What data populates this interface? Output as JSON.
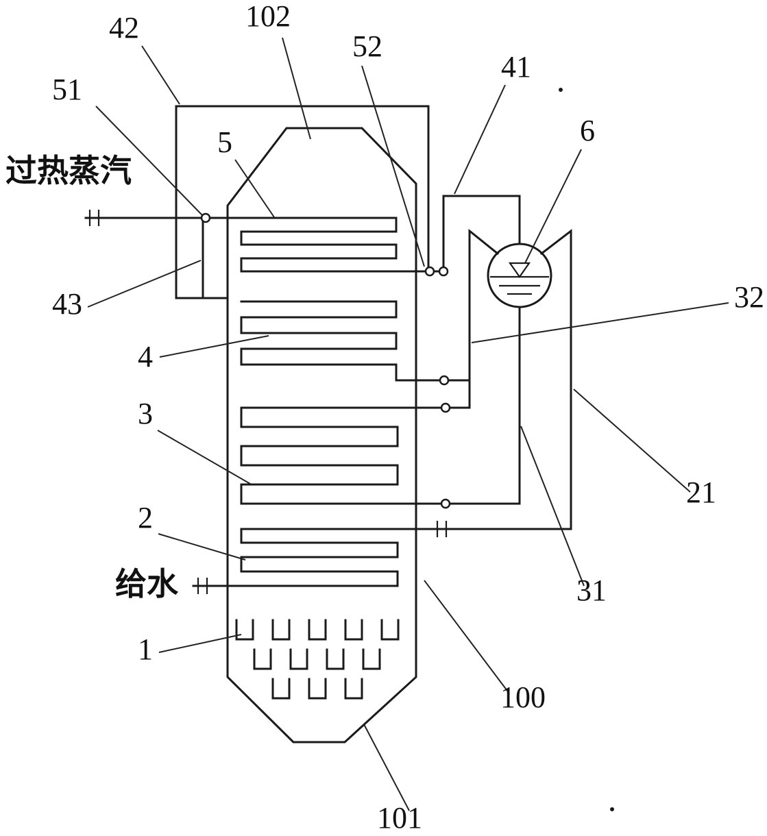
{
  "labels": {
    "n42": "42",
    "n102": "102",
    "n52": "52",
    "n41": "41",
    "n6": "6",
    "n51": "51",
    "n5": "5",
    "n43": "43",
    "n4": "4",
    "n32": "32",
    "n3": "3",
    "n21": "21",
    "n2": "2",
    "n31": "31",
    "n1": "1",
    "n100": "100",
    "n101": "101",
    "steam": "过热蒸汽",
    "feedwater": "给水"
  },
  "colors": {
    "line": "#1a1a1a",
    "background": "#ffffff"
  }
}
